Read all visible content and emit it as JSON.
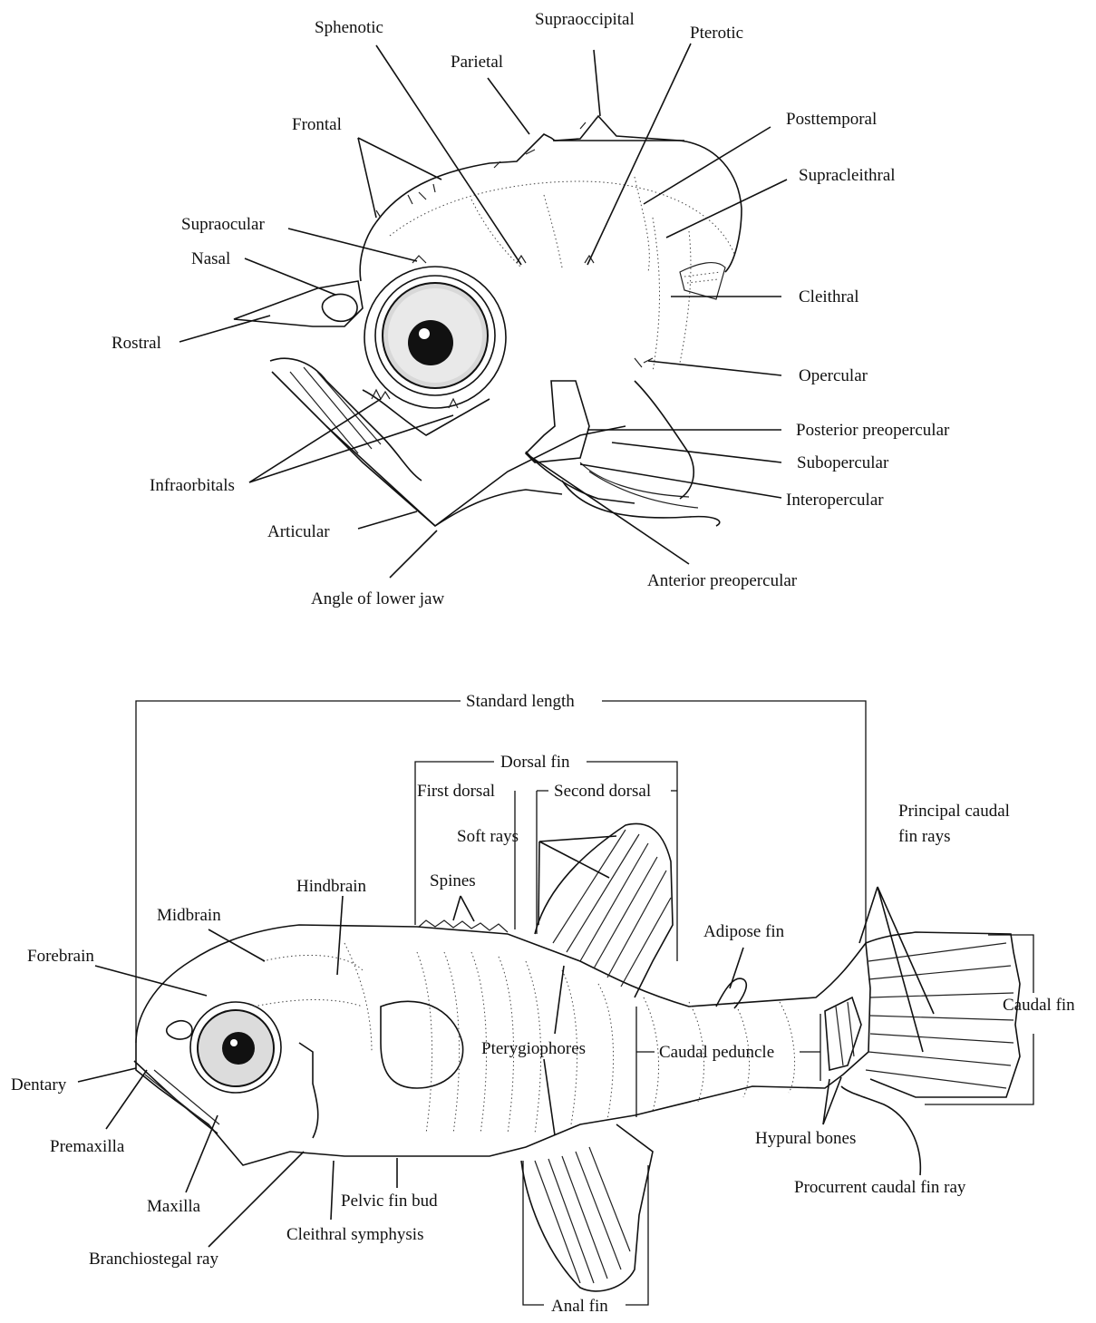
{
  "head_labels": {
    "sphenotic": "Sphenotic",
    "supraoccipital": "Supraoccipital",
    "pterotic": "Pterotic",
    "parietal": "Parietal",
    "frontal": "Frontal",
    "posttemporal": "Posttemporal",
    "supracleithral": "Supracleithral",
    "supraocular": "Supraocular",
    "nasal": "Nasal",
    "cleithral": "Cleithral",
    "rostral": "Rostral",
    "opercular": "Opercular",
    "posterior_preopercular": "Posterior preopercular",
    "subopercular": "Subopercular",
    "infraorbitals": "Infraorbitals",
    "interopercular": "Interopercular",
    "articular": "Articular",
    "anterior_preopercular": "Anterior preopercular",
    "angle_of_lower_jaw": "Angle of lower jaw"
  },
  "body_labels": {
    "standard_length": "Standard length",
    "dorsal_fin": "Dorsal fin",
    "first_dorsal": "First dorsal",
    "second_dorsal": "Second dorsal",
    "soft_rays": "Soft rays",
    "principal_caudal_line1": "Principal caudal",
    "principal_caudal_line2": "fin rays",
    "spines": "Spines",
    "hindbrain": "Hindbrain",
    "midbrain": "Midbrain",
    "adipose_fin": "Adipose fin",
    "forebrain": "Forebrain",
    "caudal_fin": "Caudal fin",
    "pterygiophores": "Pterygiophores",
    "caudal_peduncle": "Caudal peduncle",
    "dentary": "Dentary",
    "hypural_bones": "Hypural bones",
    "premaxilla": "Premaxilla",
    "procurrent_caudal": "Procurrent caudal fin ray",
    "pelvic_fin_bud": "Pelvic fin bud",
    "maxilla": "Maxilla",
    "cleithral_symphysis": "Cleithral symphysis",
    "branchiostegal_ray": "Branchiostegal ray",
    "anal_fin": "Anal fin"
  }
}
